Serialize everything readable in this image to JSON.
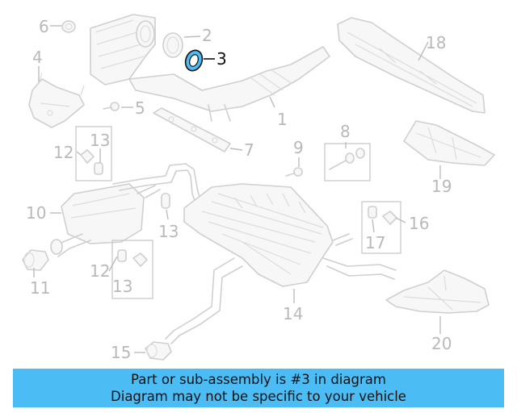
{
  "highlight_part": "3",
  "callouts": {
    "c1": "1",
    "c2": "2",
    "c3": "3",
    "c4": "4",
    "c5": "5",
    "c6": "6",
    "c7": "7",
    "c8": "8",
    "c9": "9",
    "c10": "10",
    "c11": "11",
    "c12a": "12",
    "c12b": "12",
    "c13a": "13",
    "c13b": "13",
    "c13c": "13",
    "c14": "14",
    "c15": "15",
    "c16": "16",
    "c17": "17",
    "c18": "18",
    "c19": "19",
    "c20": "20"
  },
  "colors": {
    "banner": "#4bbcf4",
    "highlight_part": "#4bbcf4",
    "line_art": "#cfcfcf"
  },
  "banner": {
    "line1": "Part or sub-assembly is #3 in diagram",
    "line2": "Diagram may not be specific to your vehicle"
  }
}
